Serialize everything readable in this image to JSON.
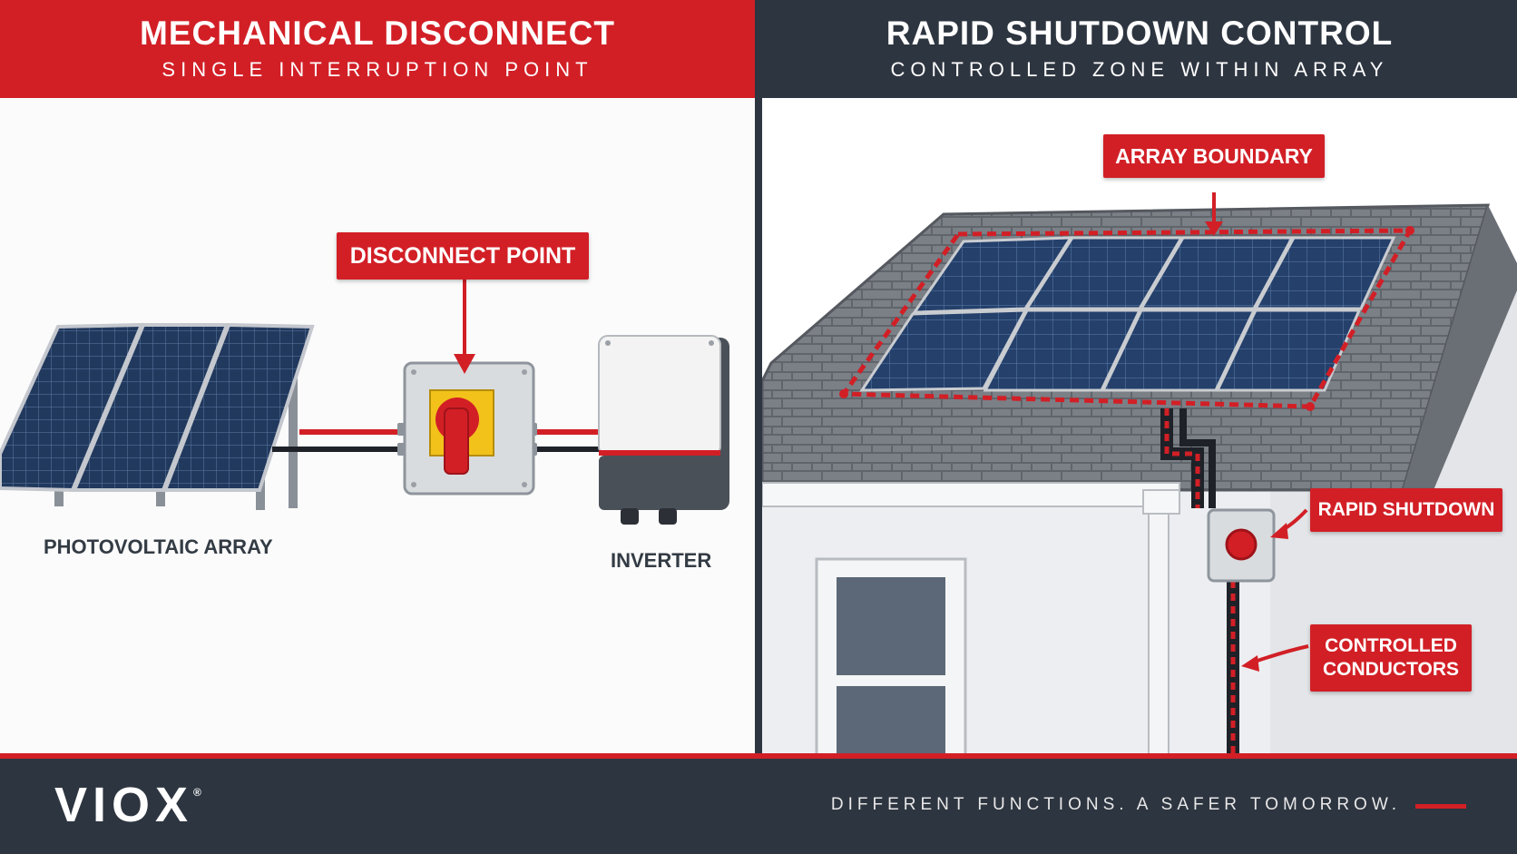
{
  "left": {
    "title": "MECHANICAL DISCONNECT",
    "subtitle": "SINGLE INTERRUPTION POINT",
    "callout": "DISCONNECT POINT",
    "array_label": "PHOTOVOLTAIC ARRAY",
    "inverter_label": "INVERTER"
  },
  "right": {
    "title": "RAPID SHUTDOWN CONTROL",
    "subtitle": "CONTROLLED ZONE WITHIN ARRAY",
    "callout_boundary": "ARRAY BOUNDARY",
    "callout_rapid": "RAPID SHUTDOWN",
    "callout_conductors_line1": "CONTROLLED",
    "callout_conductors_line2": "CONDUCTORS"
  },
  "footer": {
    "logo": "VIOX",
    "logo_mark": "®",
    "tagline": "DIFFERENT FUNCTIONS. A SAFER TOMORROW."
  },
  "colors": {
    "accent_red": "#d21f26",
    "dark_slate": "#2d3540",
    "panel_blue": "#1f3558"
  },
  "icons": [
    "solar-panel-icon",
    "disconnect-switch-icon",
    "inverter-icon",
    "house-icon",
    "rapid-shutdown-button-icon"
  ]
}
